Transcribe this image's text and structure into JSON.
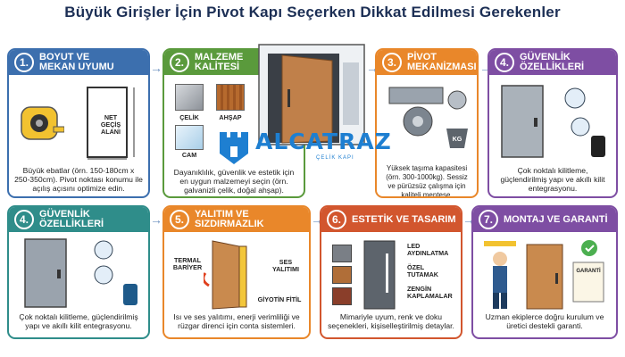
{
  "title": "Büyük Girişler İçin Pivot Kapı Seçerken Dikkat Edilmesi Gerekenler",
  "colors": {
    "blue": "#3c6fae",
    "green": "#5a9a3c",
    "orange": "#e9872a",
    "purple": "#7e4ea3",
    "teal": "#2f8d8a",
    "red": "#d2562e",
    "lightblue": "#4a8fcf"
  },
  "cards": {
    "c1": {
      "num": "1.",
      "label": "BOYUT VE\nMEKAN UYUMU",
      "desc": "Büyük ebatlar (örn. 150-180cm x 250-350cm). Pivot noktası konumu ile açılış açısını optimize edin.",
      "inner": "NET\nGEÇİŞ\nALANI"
    },
    "c2": {
      "num": "2.",
      "label": "MALZEME\nKALİTESİ",
      "desc": "Dayanıklılık, güvenlik ve estetik için en uygun malzemeyi seçin (örn. galvanizli çelik, doğal ahşap).",
      "m1": "ÇELİK",
      "m2": "AHŞAP",
      "m3": "CAM"
    },
    "c3": {
      "num": "3.",
      "label": "PİVOT\nMEKANİZMASI",
      "desc": "Yüksek taşıma kapasitesi (örn. 300-1000kg). Sessiz ve pürüzsüz çalışma için kaliteli menteşe.",
      "kg": "KG"
    },
    "c4a": {
      "num": "4.",
      "label": "GÜVENLİK\nÖZELLİKLERİ",
      "desc": "Çok noktalı kilitleme, güçlendirilmiş yapı ve akıllı kilit entegrasyonu."
    },
    "c4b": {
      "num": "4.",
      "label": "GÜVENLİK ÖZELLİKLERİ",
      "desc": "Çok noktalı kilitleme, güçlendirilmiş yapı ve akıllı kilit entegrasyonu."
    },
    "c5": {
      "num": "5.",
      "label": "YALITIM VE SIZDIRMAZLIK",
      "desc": "Isı ve ses yalıtımı, enerji verimliliği ve rüzgar direnci için conta sistemleri.",
      "l1": "TERMAL\nBARİYER",
      "l2": "SES\nYALITIMI",
      "l3": "GİYOTİN FİTİL"
    },
    "c6": {
      "num": "6.",
      "label": "ESTETİK VE TASARIM",
      "desc": "Mimariyle uyum, renk ve doku seçenekleri, kişiselleştirilmiş detaylar.",
      "l1": "LED\nAYDINLATMA",
      "l2": "ÖZEL\nTUTAMAK",
      "l3": "ZENGİN\nKAPLAMALAR"
    },
    "c7": {
      "num": "7.",
      "label": "MONTAJ VE GARANTİ",
      "desc": "Uzman ekiplerce doğru kurulum ve üretici destekli garanti.",
      "cert": "GARANTİ"
    }
  },
  "logo": {
    "name": "ALCATRAZ",
    "tagline": "ÇELİK KAPI"
  }
}
